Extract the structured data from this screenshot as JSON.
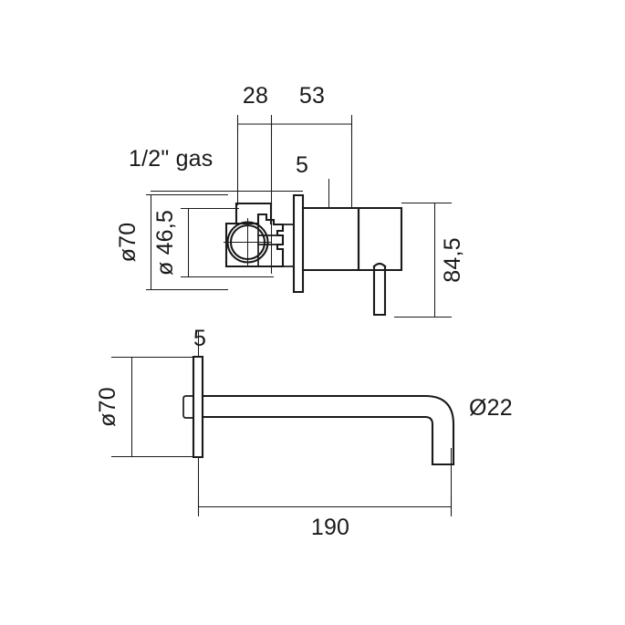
{
  "document": {
    "type": "technical-drawing",
    "title": "Wall-mounted basin mixer — dimensioned drawing",
    "units": "mm",
    "background_color": "#ffffff",
    "line_color": "#1a1a1a"
  },
  "views": [
    {
      "name": "concealed-valve-body-side-view",
      "description": "Side section of wall-mounted concealed mixer valve with lever handle"
    },
    {
      "name": "spout-side-view",
      "description": "Side view of wall-mounted spout with round flange"
    }
  ],
  "dimensions": {
    "valve": {
      "depth_front": "28",
      "depth_rear": "53",
      "plate_thickness": "5",
      "thread": "1/2\" gas",
      "flange_diameter": "ø70",
      "body_diameter": "ø46,5",
      "height": "84,5"
    },
    "spout": {
      "plate_thickness": "5",
      "flange_diameter": "ø70",
      "tube_diameter": "Ø22",
      "projection": "190"
    }
  },
  "labels": {
    "l_28": "28",
    "l_53": "53",
    "l_5_top": "5",
    "l_gas": "1/2\" gas",
    "l_o70_top": "ø70",
    "l_o465": "ø 46,5",
    "l_845": "84,5",
    "l_5_bottom": "5",
    "l_o70_bottom": "ø70",
    "l_o22": "Ø22",
    "l_190": "190"
  }
}
